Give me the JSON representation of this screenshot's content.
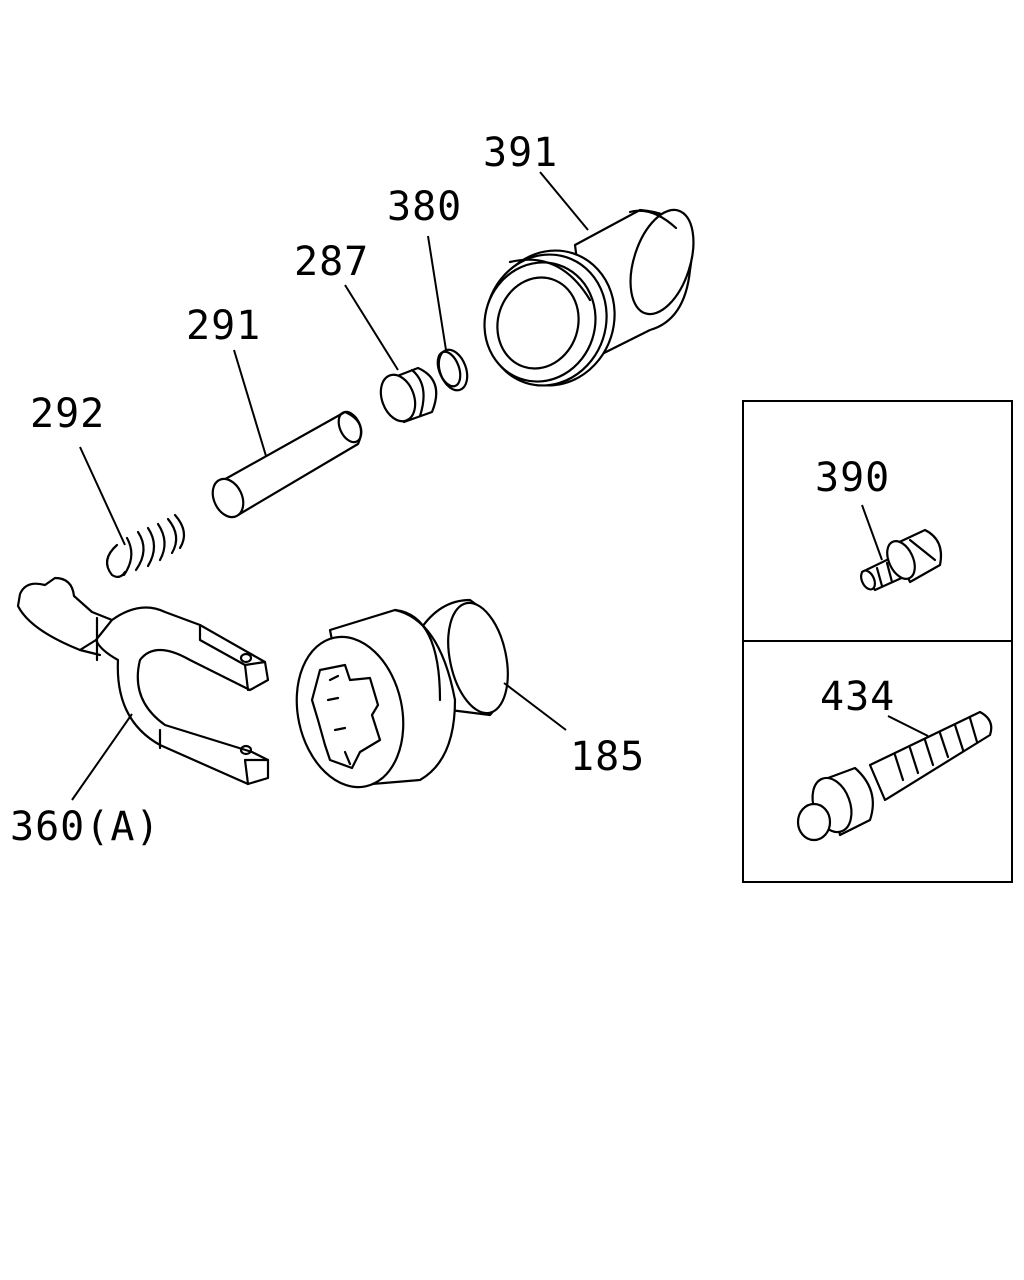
{
  "labels": {
    "p391": "391",
    "p380": "380",
    "p287": "287",
    "p291": "291",
    "p292": "292",
    "p185": "185",
    "p360": "360(A)",
    "p390": "390",
    "p434": "434"
  }
}
